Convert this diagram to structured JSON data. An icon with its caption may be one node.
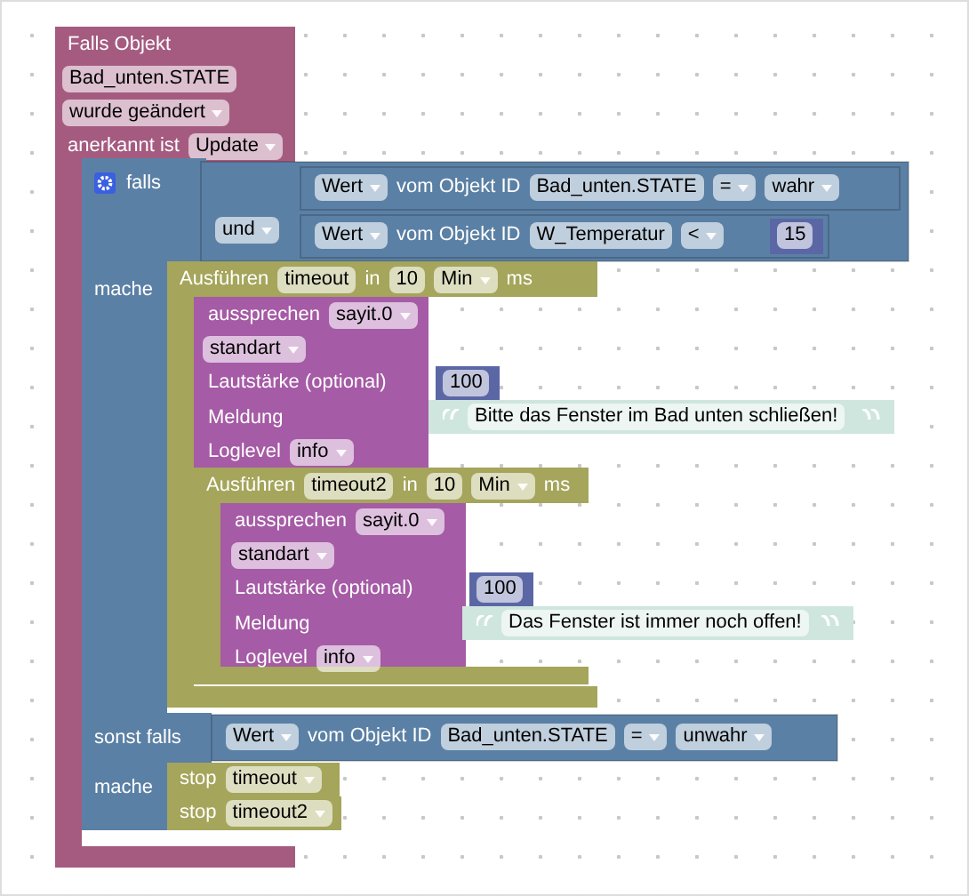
{
  "diagram": {
    "nodes": [
      {
        "text": [
          "Falls Objekt",
          "Bad_unten.STATE",
          "wurde geändert",
          "anerkannt ist",
          "Update"
        ]
      },
      {
        "text": [
          "falls",
          "mache",
          "sonst falls",
          "mache"
        ],
        "in": 0
      },
      {
        "text": [
          "und"
        ]
      },
      {
        "text": [
          "Wert",
          "vom Objekt ID",
          "Bad_unten.STATE",
          "=",
          "wahr"
        ],
        "in": 2
      },
      {
        "text": [
          "Wert",
          "vom Objekt ID",
          "W_Temperatur",
          "<"
        ],
        "in": 2
      },
      {
        "text": [
          "15"
        ],
        "in": 4
      },
      {
        "text": [
          "Ausführen",
          "timeout",
          "in",
          "10",
          "Min",
          "ms"
        ]
      },
      {
        "text": [
          "aussprechen",
          "sayit.0",
          "standart",
          "Lautstärke (optional)",
          "Meldung",
          "Loglevel",
          "info"
        ],
        "in": 6
      },
      {
        "text": [
          "100"
        ],
        "in": 6
      },
      {
        "text": [
          "Bitte das Fenster im Bad unten schließen!"
        ]
      },
      {
        "text": [
          "Ausführen",
          "timeout2",
          "in",
          "10",
          "Min",
          "ms"
        ],
        "in": 6
      },
      {
        "text": [
          "aussprechen",
          "sayit.0",
          "standart",
          "Lautstärke (optional)",
          "Meldung",
          "Loglevel",
          "info"
        ],
        "in": 10
      },
      {
        "text": [
          "100"
        ],
        "in": 10
      },
      {
        "text": [
          "Das Fenster ist immer noch offen!"
        ]
      },
      {
        "text": [
          "Wert",
          "vom Objekt ID",
          "Bad_unten.STATE",
          "=",
          "unwahr"
        ]
      },
      {
        "text": [
          "stop",
          "timeout"
        ]
      },
      {
        "text": [
          "stop",
          "timeout2"
        ]
      }
    ]
  }
}
